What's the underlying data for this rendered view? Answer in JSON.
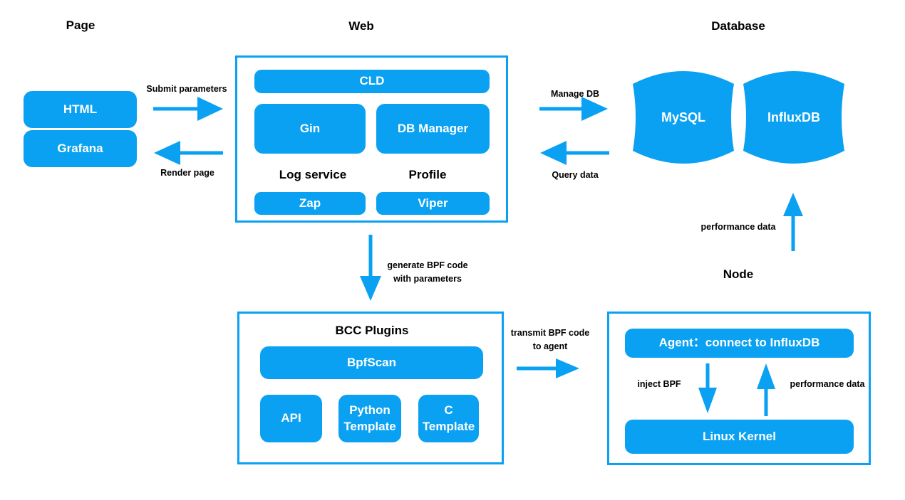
{
  "colors": {
    "accent": "#0aa1f2",
    "background": "#ffffff",
    "box_text": "#ffffff",
    "label_text": "#000000"
  },
  "headings": {
    "page": "Page",
    "web": "Web",
    "database": "Database",
    "node": "Node"
  },
  "page_section": {
    "html": "HTML",
    "grafana": "Grafana"
  },
  "web_section": {
    "cld": "CLD",
    "gin": "Gin",
    "db_manager": "DB Manager",
    "log_service_label": "Log service",
    "profile_label": "Profile",
    "zap": "Zap",
    "viper": "Viper"
  },
  "database_section": {
    "mysql": "MySQL",
    "influxdb": "InfluxDB"
  },
  "bcc_section": {
    "title": "BCC Plugins",
    "bpfscan": "BpfScan",
    "api": "API",
    "python_template": "Python Template",
    "c_template": "C Template"
  },
  "node_section": {
    "agent": "Agent：connect to InfluxDB",
    "linux_kernel": "Linux Kernel"
  },
  "arrow_labels": {
    "submit_parameters": "Submit parameters",
    "render_page": "Render page",
    "manage_db": "Manage DB",
    "query_data": "Query data",
    "generate_bpf_line1": "generate BPF code",
    "generate_bpf_line2": "with parameters",
    "performance_data_db": "performance data",
    "transmit_line1": "transmit BPF code",
    "transmit_line2": "to agent",
    "inject_bpf": "inject BPF",
    "performance_data_node": "performance data"
  }
}
